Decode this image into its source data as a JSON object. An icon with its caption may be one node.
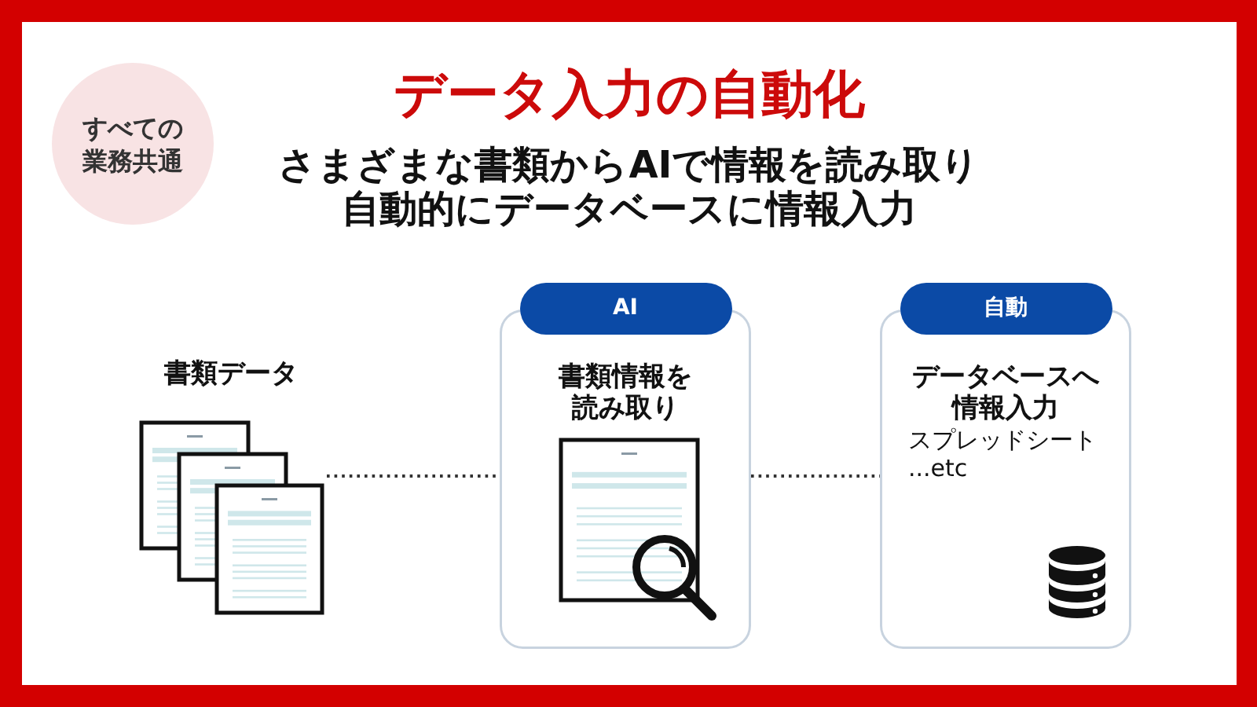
{
  "diagram": {
    "title": "データ入力の自動化",
    "nodes": [
      {
        "text": [
          "すべての業務共通"
        ]
      },
      {
        "text": [
          "書類データ"
        ]
      },
      {
        "text": [
          "AI",
          "書類情報を読み取り"
        ]
      },
      {
        "text": [
          "自動",
          "データベースへ情報入力",
          "スプレッドシート",
          "...etc"
        ]
      }
    ],
    "edges": [
      {
        "from": 1,
        "to": 2,
        "arrow": "none",
        "style": "dashed"
      },
      {
        "from": 2,
        "to": 3,
        "arrow": "none",
        "style": "dashed"
      }
    ],
    "labels": [
      "さまざまな書類からAIで情報を読み取り自動的にデータベースに情報入力"
    ]
  }
}
